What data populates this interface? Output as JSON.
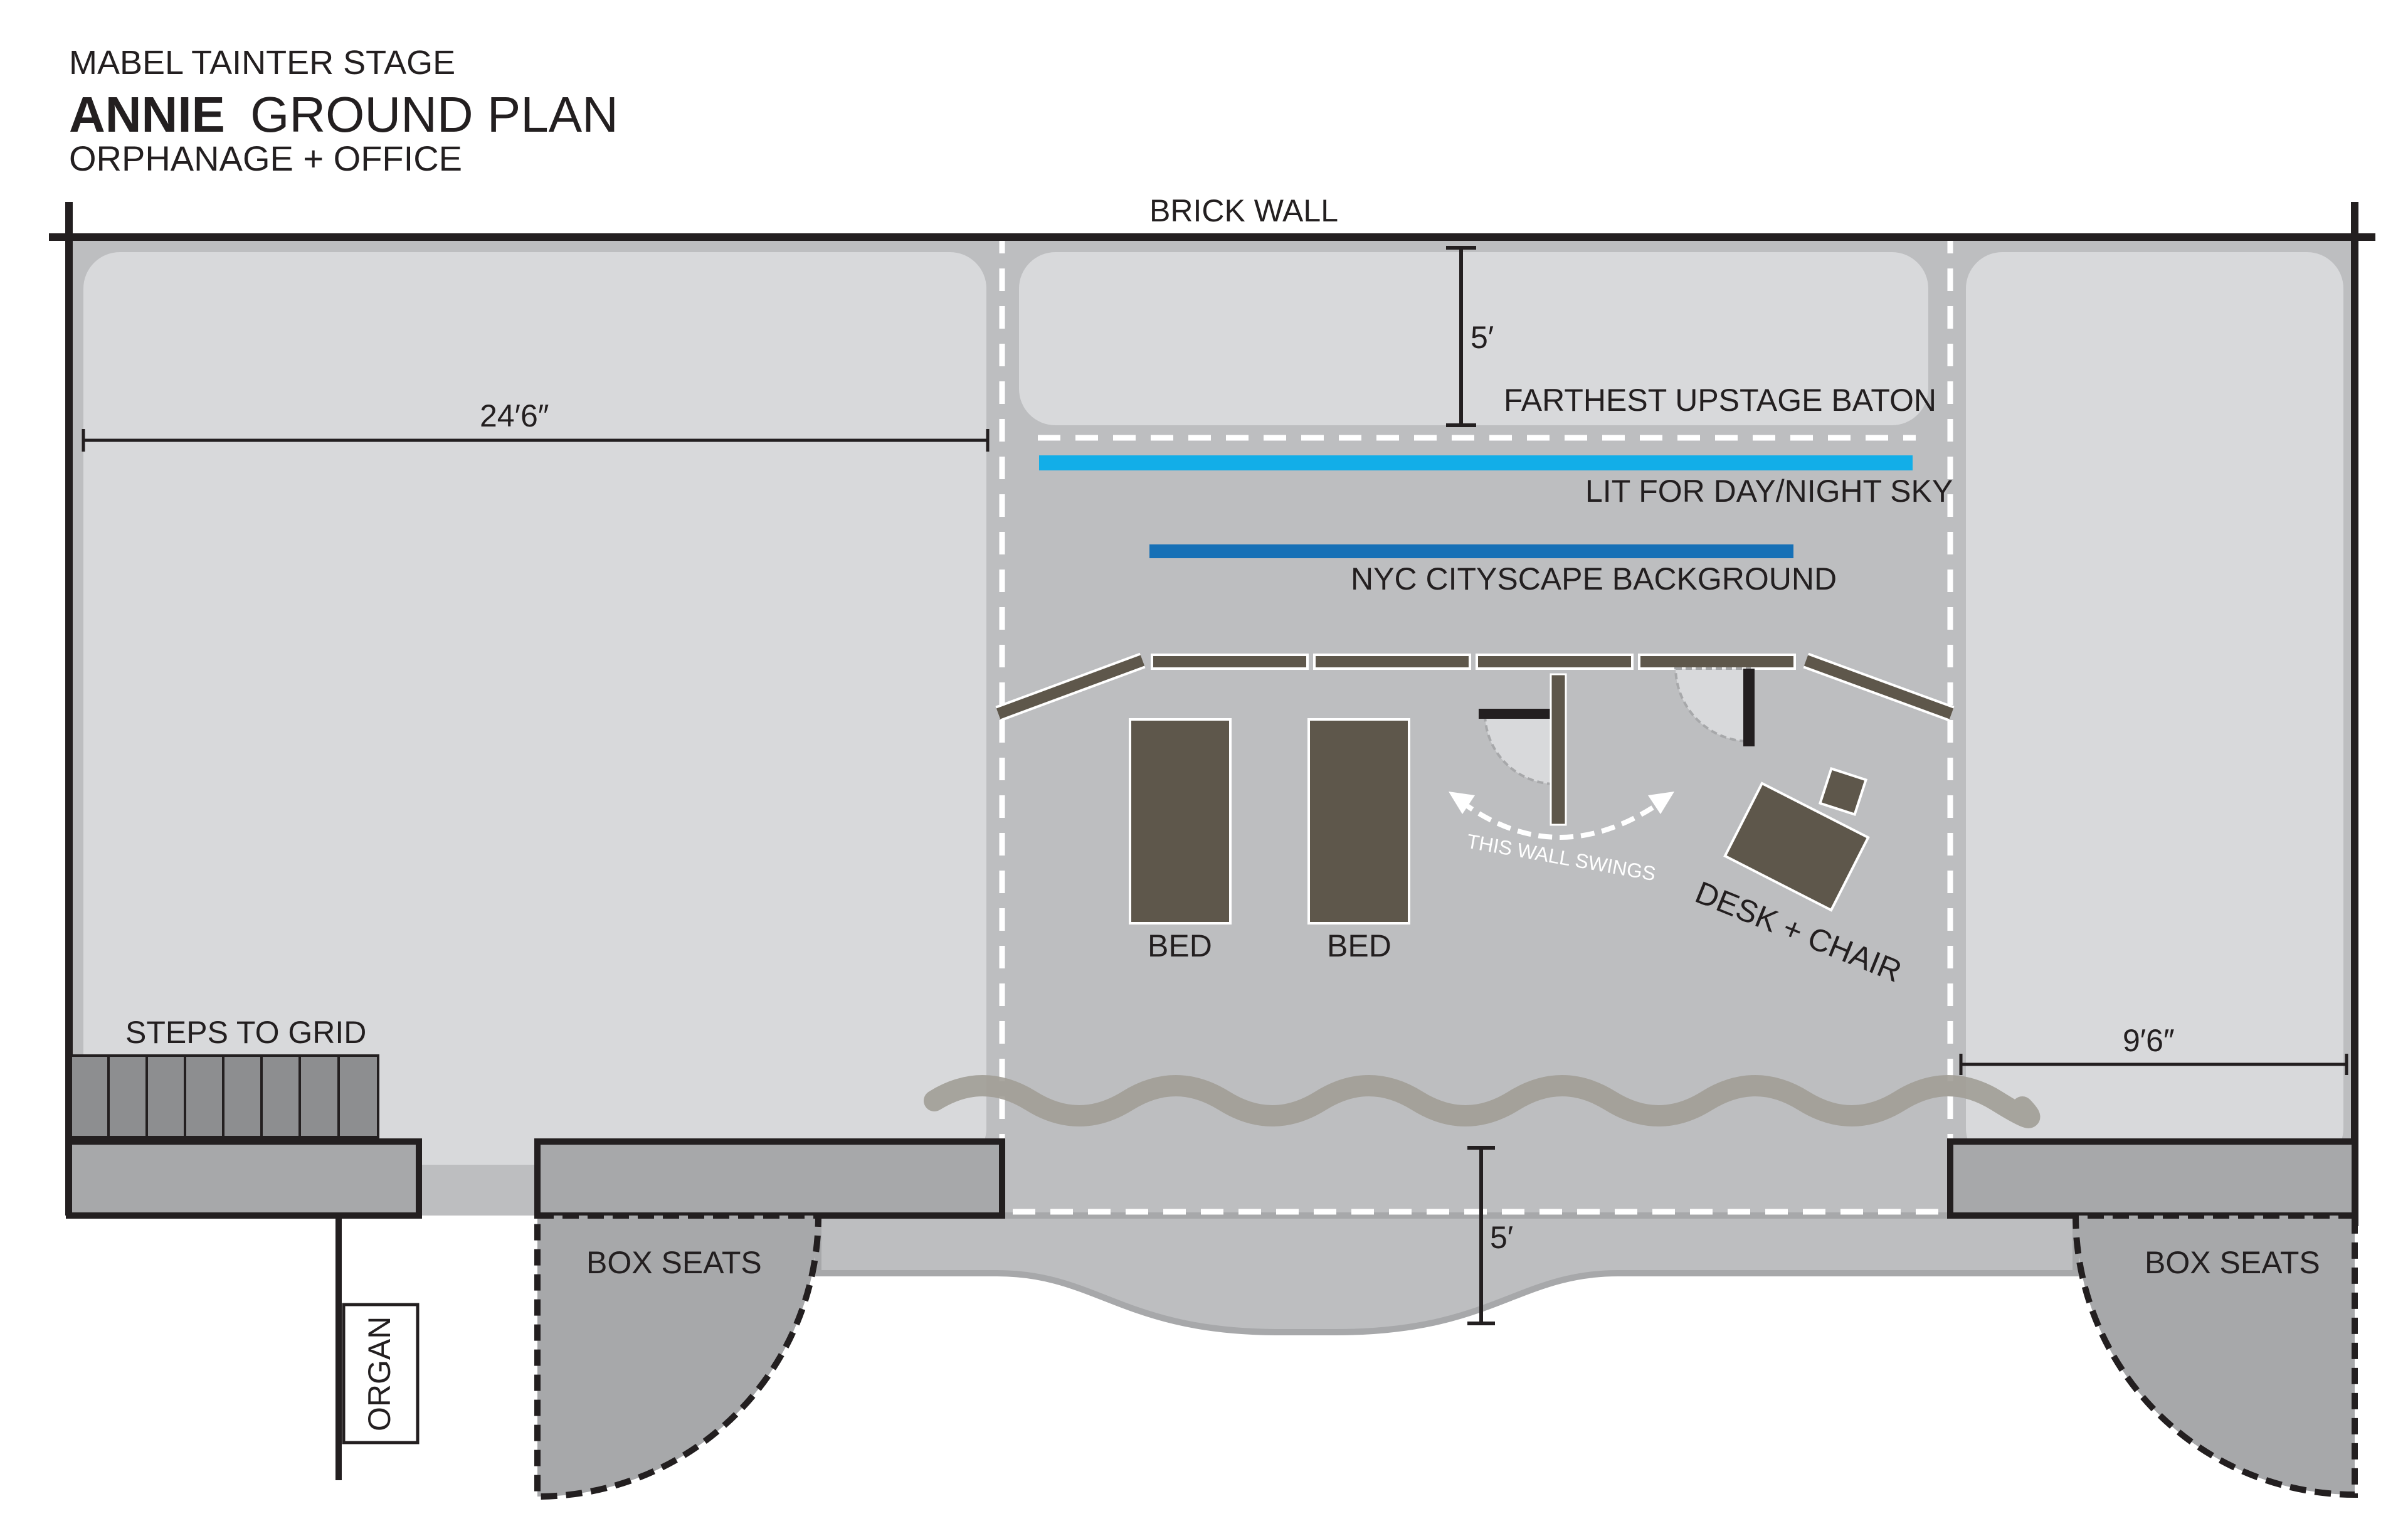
{
  "header": {
    "venue": "MABEL TAINTER STAGE",
    "show": "ANNIE",
    "plan_type": "GROUND PLAN",
    "subtitle": "ORPHANAGE + OFFICE"
  },
  "labels": {
    "brick_wall": "BRICK WALL",
    "upstage_depth": "5′",
    "farthest_batten": "FARTHEST UPSTAGE BATON",
    "sky": "LIT FOR DAY/NIGHT SKY",
    "cityscape": "NYC CITYSCAPE BACKGROUND",
    "bed_left": "BED",
    "bed_right": "BED",
    "wall_swings": "THIS WALL SWINGS",
    "desk_chair": "DESK + CHAIR",
    "left_wing_width": "24′6″",
    "right_wing_width": "9′6″",
    "steps": "STEPS TO GRID",
    "apron_depth": "5′",
    "box_seats_left": "BOX SEATS",
    "box_seats_right": "BOX SEATS",
    "organ": "ORGAN"
  },
  "colors": {
    "wing_fill": "#d8d9db",
    "stage_fill": "#bdbec0",
    "outline": "#231f20",
    "sky_blue": "#12aee8",
    "cityscape_blue": "#1670b6",
    "scenery": "#5e574b",
    "box_seats": "#a7a8aa",
    "curtain": "#a19d96"
  }
}
